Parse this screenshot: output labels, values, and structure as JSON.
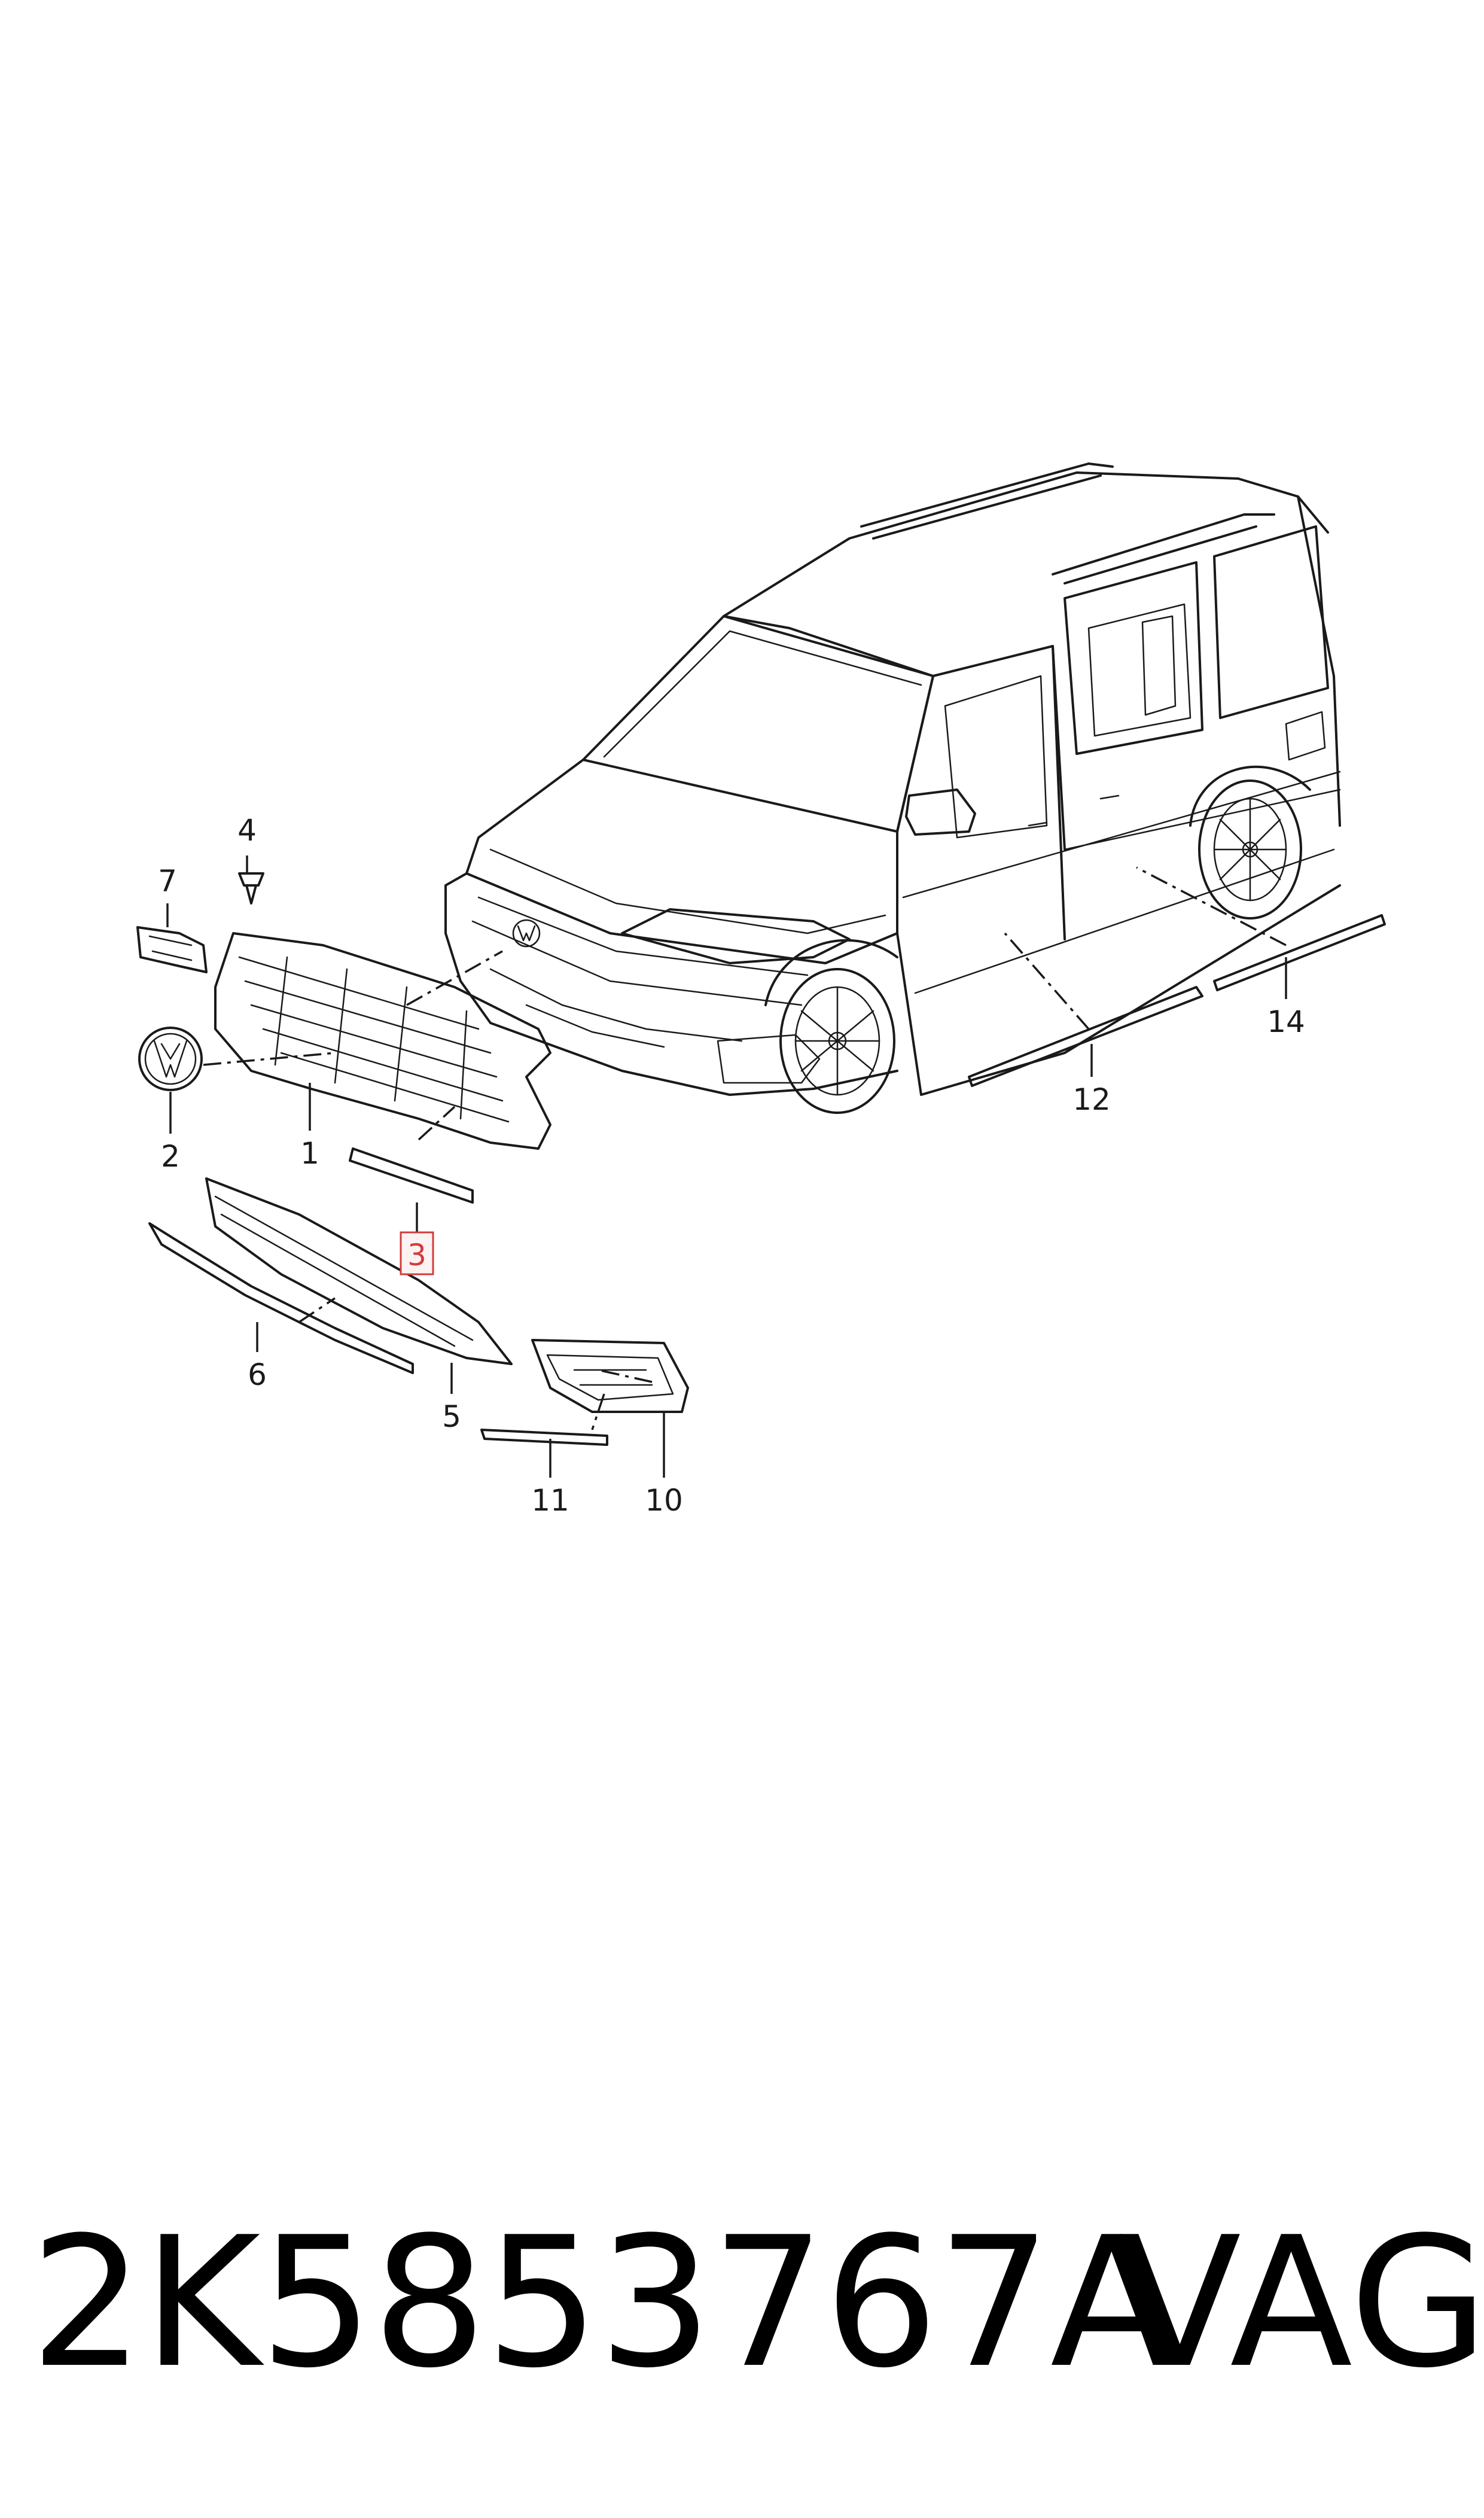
{
  "callouts": {
    "c1": "1",
    "c2": "2",
    "c3": "3",
    "c4": "4",
    "c5": "5",
    "c6": "6",
    "c7": "7",
    "c10": "10",
    "c11": "11",
    "c12": "12",
    "c14": "14"
  },
  "highlight": {
    "callout": "3",
    "box_color": "#d23c3c"
  },
  "footer": {
    "part_number": "2K5853767A",
    "brand": "VAG"
  }
}
